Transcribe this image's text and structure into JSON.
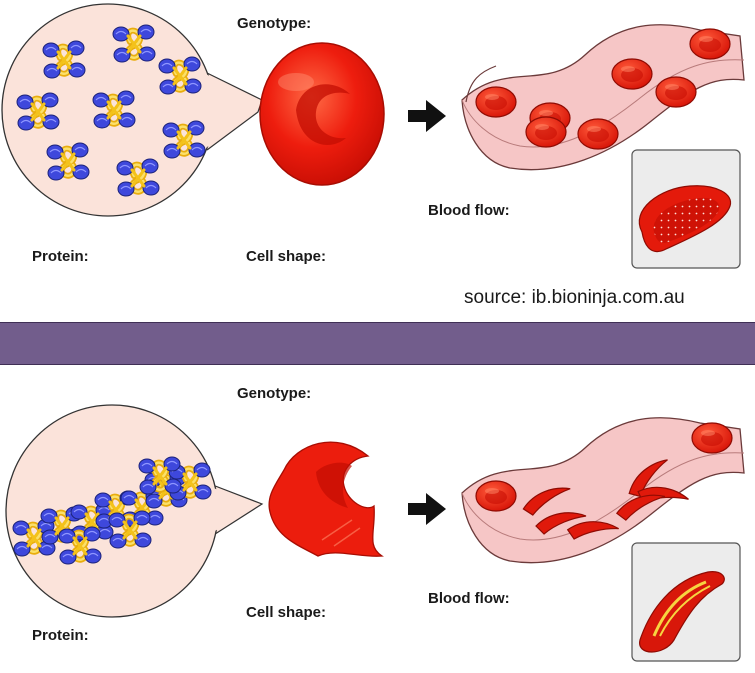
{
  "normal": {
    "genotype_label": "Genotype:",
    "protein_label": "Protein:",
    "cell_shape_label": "Cell shape:",
    "blood_flow_label": "Blood flow:"
  },
  "sickle": {
    "genotype_label": "Genotype:",
    "protein_label": "Protein:",
    "cell_shape_label": "Cell shape:",
    "blood_flow_label": "Blood flow:"
  },
  "source_text": "source: ib.bioninja.com.au",
  "colors": {
    "blood_cell_red": "#e81c0c",
    "vessel_pink": "#f6c6c6",
    "protein_blue": "#3b45d8",
    "protein_yellow": "#f4c21a",
    "divider_purple": "#725d8c",
    "zoom_circle_fill": "#fbe3da"
  },
  "icons": [
    "arrow-right-icon"
  ]
}
